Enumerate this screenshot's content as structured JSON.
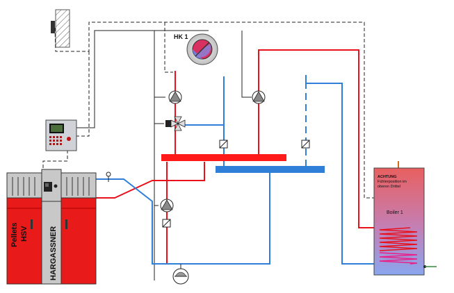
{
  "labels": {
    "heating_circuit": "HK 1",
    "boiler_brand": "HARGASSNER",
    "boiler_type_line1": "Pellets",
    "boiler_type_line2": "HSV",
    "tank_warning_line1": "ACHTUNG",
    "tank_warning_line2": "Fühlerposition im",
    "tank_warning_line3": "oberen Drittel",
    "tank_name": "Boiler 1"
  },
  "colors": {
    "supply": "#e8101a",
    "return": "#2f7fd9",
    "manifold_supply": "#ff1a1a",
    "manifold_return": "#2f7fd9",
    "boiler_body": "#e81a1a",
    "tank_gradient_top": "#e86a6a",
    "tank_gradient_bottom": "#8da8ec"
  }
}
